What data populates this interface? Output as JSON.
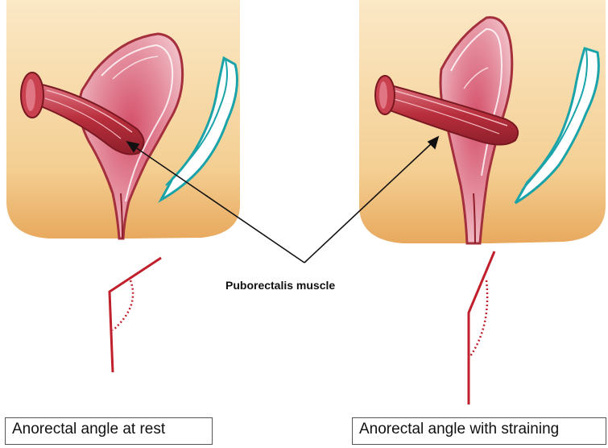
{
  "labels": {
    "muscle": "Puborectalis muscle",
    "rest_caption": "Anorectal angle at rest",
    "straining_caption": "Anorectal angle with straining"
  },
  "colors": {
    "skin": "#f5d9a8",
    "skin_shadow": "#e9b36d",
    "tissue": "#c9404f",
    "tissue_light": "#e59aa3",
    "muscle": "#b82e3c",
    "coccyx": "#1aa3a8",
    "angle_line": "#c0202c"
  }
}
